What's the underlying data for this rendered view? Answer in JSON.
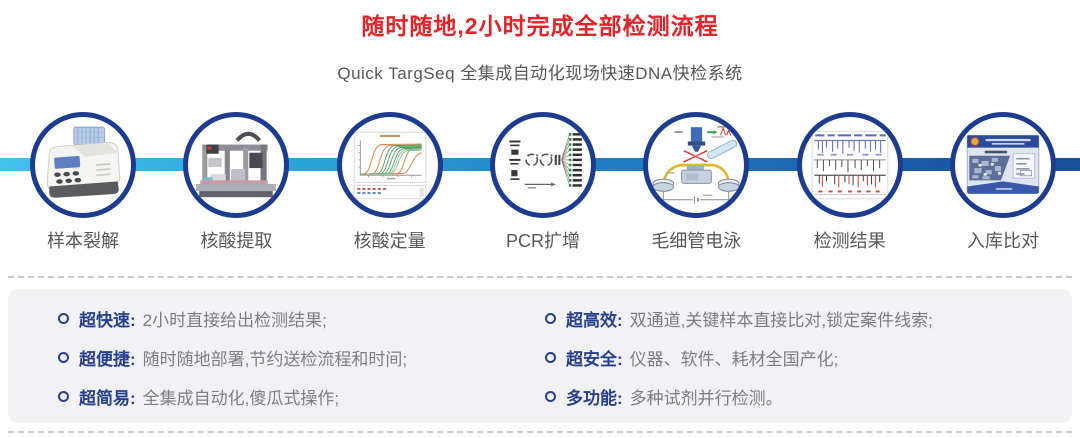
{
  "header": {
    "title": "随时随地,2小时完成全部检测流程",
    "subtitle": "Quick TargSeq 全集成自动化现场快速DNA快检系统"
  },
  "workflow": {
    "steps": [
      {
        "label": "样本裂解",
        "icon": "sample-lysis-device-icon"
      },
      {
        "label": "核酸提取",
        "icon": "extraction-workstation-icon"
      },
      {
        "label": "核酸定量",
        "icon": "amplification-curves-icon"
      },
      {
        "label": "PCR扩增",
        "icon": "pcr-workflow-diagram-icon"
      },
      {
        "label": "毛细管电泳",
        "icon": "capillary-electrophoresis-icon"
      },
      {
        "label": "检测结果",
        "icon": "electropherogram-icon"
      },
      {
        "label": "入库比对",
        "icon": "database-certificate-icon"
      }
    ]
  },
  "features": {
    "left": [
      {
        "label": "超快速:",
        "text": "2小时直接给出检测结果;"
      },
      {
        "label": "超便捷:",
        "text": "随时随地部署,节约送检流程和时间;"
      },
      {
        "label": "超简易:",
        "text": "全集成自动化,傻瓜式操作;"
      }
    ],
    "right": [
      {
        "label": "超高效:",
        "text": "双通道,关键样本直接比对,锁定案件线索;"
      },
      {
        "label": "超安全:",
        "text": "仪器、软件、耗材全国产化;"
      },
      {
        "label": "多功能:",
        "text": "多种试剂并行检测。"
      }
    ]
  },
  "colors": {
    "title_red": "#e32329",
    "subtitle_gray": "#595757",
    "circle_border_navy": "#1d3c90",
    "flow_line_gradient_start": "#42c2ee",
    "flow_line_gradient_end": "#194f9c",
    "feature_label_navy": "#26408e",
    "feature_text_gray": "#7e7e82",
    "panel_background": "#f2f2f4",
    "dashed_divider_gray": "#c8cbd0"
  }
}
